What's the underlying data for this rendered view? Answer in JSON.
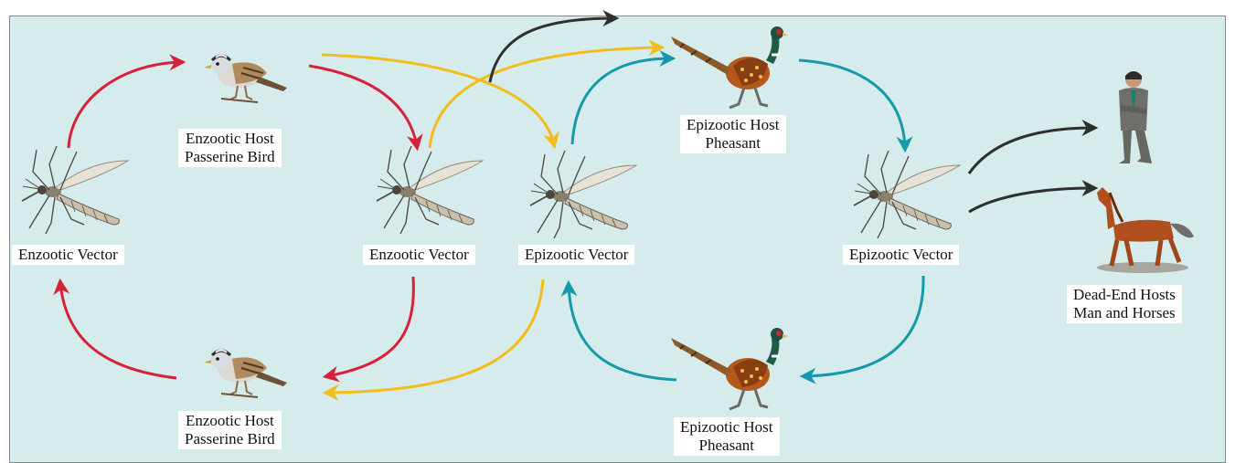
{
  "labels": {
    "enzootic_vector_left": "Enzootic Vector",
    "enzootic_vector_mid": "Enzootic Vector",
    "epizootic_vector_mid": "Epizootic Vector",
    "epizootic_vector_right": "Epizootic Vector",
    "host_bird_top": [
      "Enzootic Host",
      "Passerine Bird"
    ],
    "host_bird_bottom": [
      "Enzootic Host",
      "Passerine Bird"
    ],
    "host_pheasant_top": [
      "Epizootic Host",
      "Pheasant"
    ],
    "host_pheasant_bottom": [
      "Epizootic Host",
      "Pheasant"
    ],
    "dead_end": [
      "Dead-End Hosts",
      "Man and Horses"
    ]
  },
  "colors": {
    "panel": "#d5ebec",
    "enzootic_arrow": "#d7213b",
    "spillover_arrow": "#f2bd1a",
    "epizootic_arrow": "#1699aa",
    "dead_end_arrow": "#2f302e"
  },
  "icons": {
    "vector": "mosquito-icon",
    "enzootic_host": "sparrow-icon",
    "epizootic_host": "pheasant-icon",
    "dead_end_human": "man-icon",
    "dead_end_horse": "horse-icon"
  }
}
